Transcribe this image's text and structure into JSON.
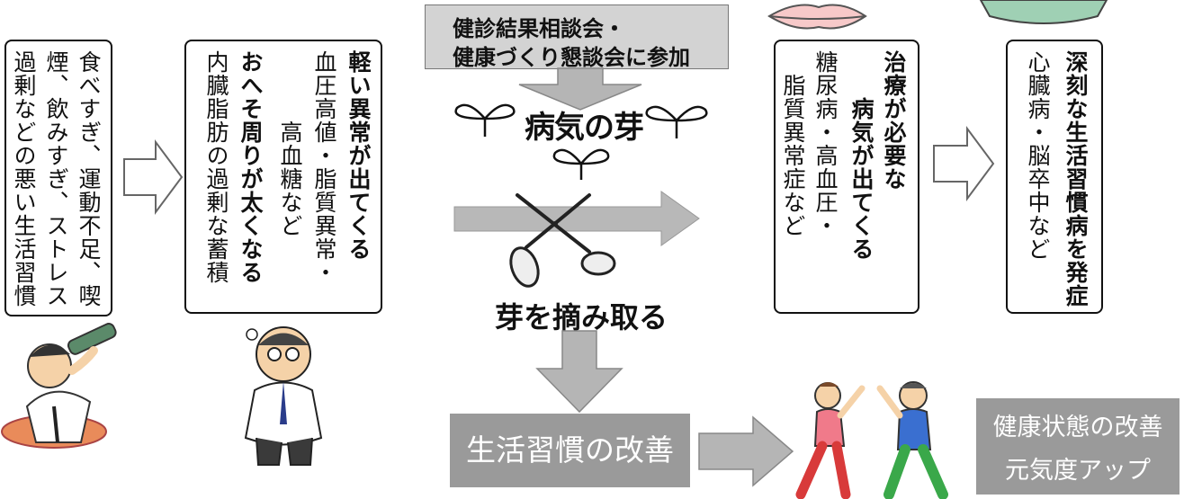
{
  "box1": {
    "col1": "食べすぎ、運動不足、喫",
    "col2": "煙、飲みすぎ、ストレス",
    "col3": "過剰などの悪い生活習慣"
  },
  "box2": {
    "col1": "軽い異常が出てくる",
    "col2": "血圧高値・脂質異常・",
    "col3": "　　　高血糖など",
    "col4": "おへそ周りが太くなる",
    "col5": "内臓脂肪の過剰な蓄積"
  },
  "consult_box": {
    "line1": "健診結果相談会・",
    "line2": "健康づくり懇談会に参加"
  },
  "sprout_label": "病気の芽",
  "pick_label": "芽を摘み取る",
  "box3": {
    "col1": "治療が必要な",
    "col2": "　　病気が出てくる",
    "col3": "糖尿病・高血圧・",
    "col4": "　脂質異常症など"
  },
  "box4": {
    "col1": "深刻な生活習慣病を発症",
    "col2": "心臓病・脳卒中など"
  },
  "improve_box": "生活習慣の改善",
  "result_box": {
    "line1": "健康状態の改善",
    "line2": "元気度アップ"
  },
  "colors": {
    "gray_box": "#9a9a9a",
    "arrow_gray": "#b5b5b5",
    "consult_bg": "#d3d3d3",
    "border": "#111111"
  }
}
